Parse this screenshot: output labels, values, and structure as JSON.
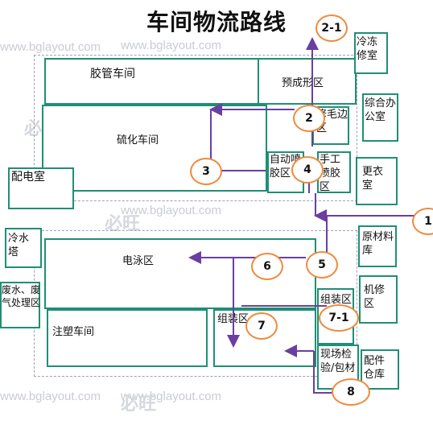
{
  "title": "车间物流路线",
  "watermark": {
    "url": "www.bglayout.com",
    "brand": "必旺"
  },
  "colors": {
    "box_border": "#1f8f75",
    "arrow": "#6a3fa0",
    "circle_border": "#ee8a3c"
  },
  "rooms": {
    "jiaoguan": "胶管车间",
    "yucheng": "预成形区",
    "liuhua": "硫化车间",
    "maobian": "修毛边区",
    "zidong": "自动喷胶区",
    "shougong": "手工喷胶区",
    "peidian": "配电室",
    "lengdong": "冷冻修室",
    "zonghe": "综合办公室",
    "gengyi": "更衣室",
    "lengshui": "冷水塔",
    "diandong": "电泳区",
    "yuancailiao": "原材料库",
    "jixiu": "机修区",
    "feishui": "废水、废气处理区",
    "zhusu": "注塑车间",
    "zuzhuang": "组装区",
    "zuzhuang_small": "组装区",
    "xianchang": "现场检验/包材",
    "peijian": "配件仓库"
  },
  "markers": [
    "1",
    "2",
    "2-1",
    "3",
    "4",
    "5",
    "6",
    "7",
    "7-1",
    "8"
  ]
}
